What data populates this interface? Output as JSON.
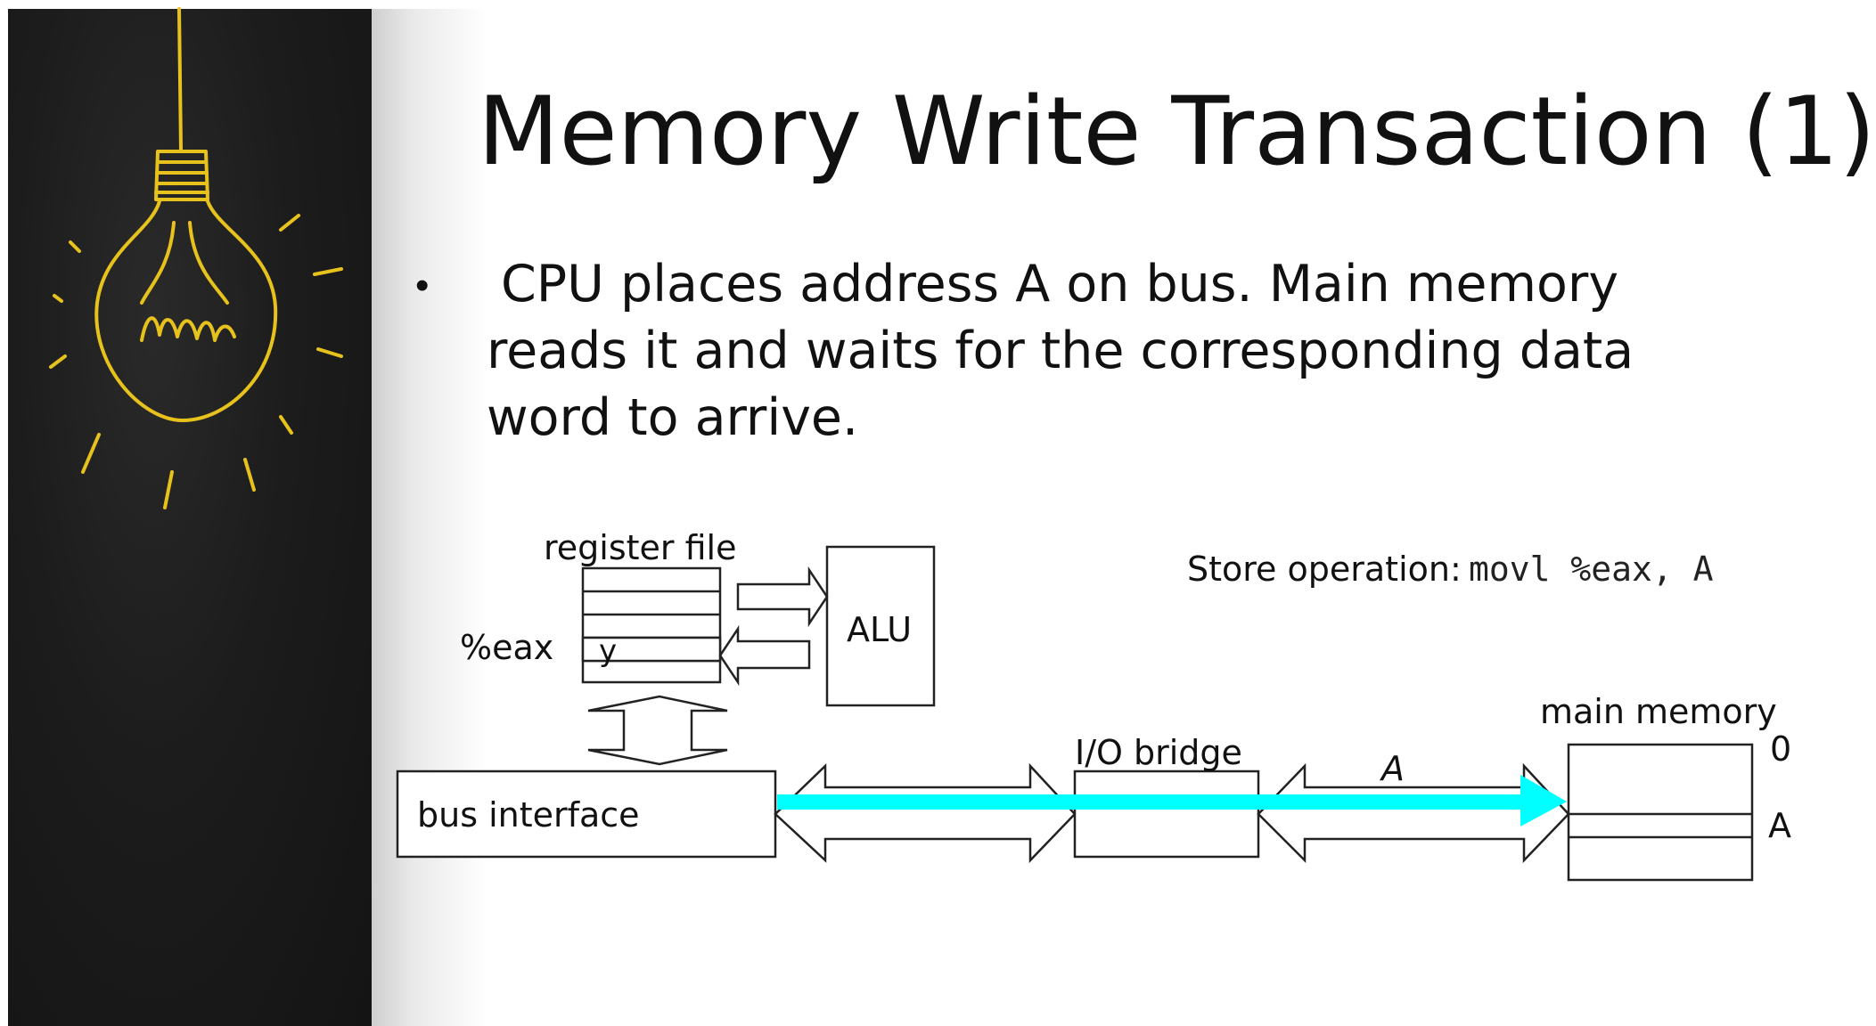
{
  "slide": {
    "title": "Memory Write Transaction (1)",
    "bullet_marker": "•",
    "bullet_text": "CPU places address A on bus. Main memory reads it and waits for the corresponding data word to arrive."
  },
  "diagram": {
    "register_file_label": "register file",
    "register_name": "%eax",
    "register_value": "y",
    "alu_label": "ALU",
    "bus_interface_label": "bus interface",
    "io_bridge_label": "I/O bridge",
    "bus_address_label": "A",
    "main_memory_label": "main memory",
    "memory_address_zero": "0",
    "memory_address_a": "A",
    "store_operation_label": "Store operation:",
    "store_operation_code": "movl %eax, A",
    "highlight_color": "#00ffff"
  },
  "decoration": {
    "chalkboard_icon": "lightbulb-icon",
    "chalk_color": "#e8c21c"
  }
}
